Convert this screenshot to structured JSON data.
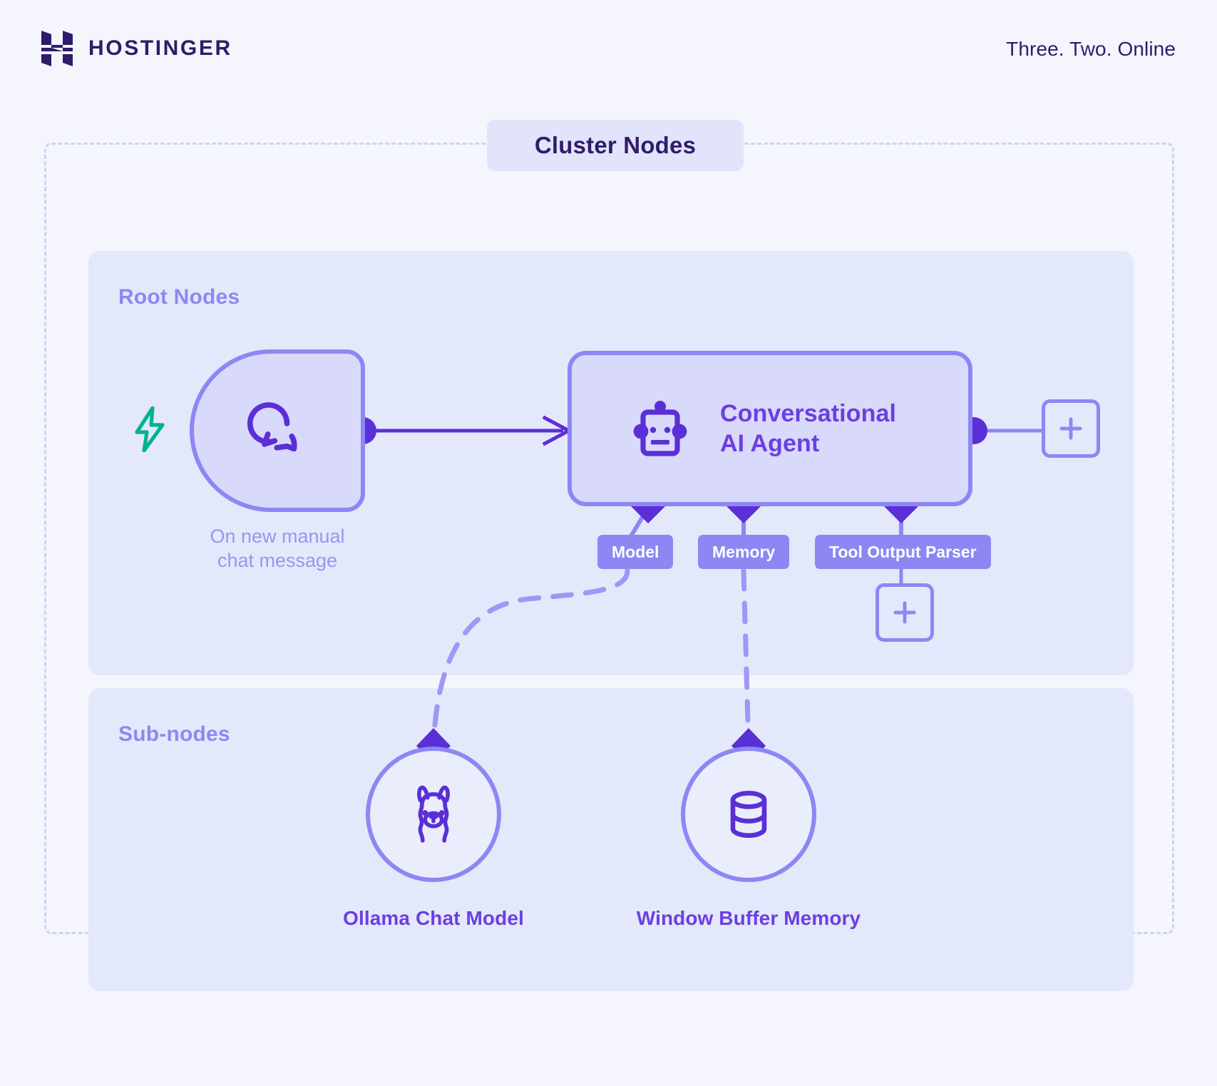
{
  "header": {
    "brand_name": "HOSTINGER",
    "brand_logo_icon": "hostinger-h-logo",
    "tagline": "Three. Two. Online"
  },
  "cluster": {
    "badge_label": "Cluster Nodes",
    "panels": {
      "root": {
        "title": "Root Nodes"
      },
      "sub": {
        "title": "Sub-nodes"
      }
    }
  },
  "nodes": {
    "trigger": {
      "icon": "chat-bubble-icon",
      "badge_icon": "lightning-bolt-icon",
      "caption_line1": "On new manual",
      "caption_line2": "chat message"
    },
    "agent": {
      "icon": "robot-icon",
      "title_line1": "Conversational",
      "title_line2": "AI Agent"
    },
    "sub_nodes": [
      {
        "icon": "llama-icon",
        "label": "Ollama Chat Model"
      },
      {
        "icon": "database-icon",
        "label": "Window Buffer Memory"
      }
    ]
  },
  "connectors": [
    {
      "label": "Model"
    },
    {
      "label": "Memory"
    },
    {
      "label": "Tool Output Parser"
    }
  ],
  "buttons": {
    "add_right_label": "+",
    "add_parser_label": "+"
  },
  "colors": {
    "page_bg": "#f4f5fd",
    "panel_bg": "#e4e8fb",
    "node_fill": "#d9d9fb",
    "node_border": "#8d87f3",
    "accent_deep": "#6b3fe0",
    "brand_dark": "#2f1c6a",
    "bolt_green": "#00b38f",
    "dashed_border": "#cdd4ee"
  }
}
